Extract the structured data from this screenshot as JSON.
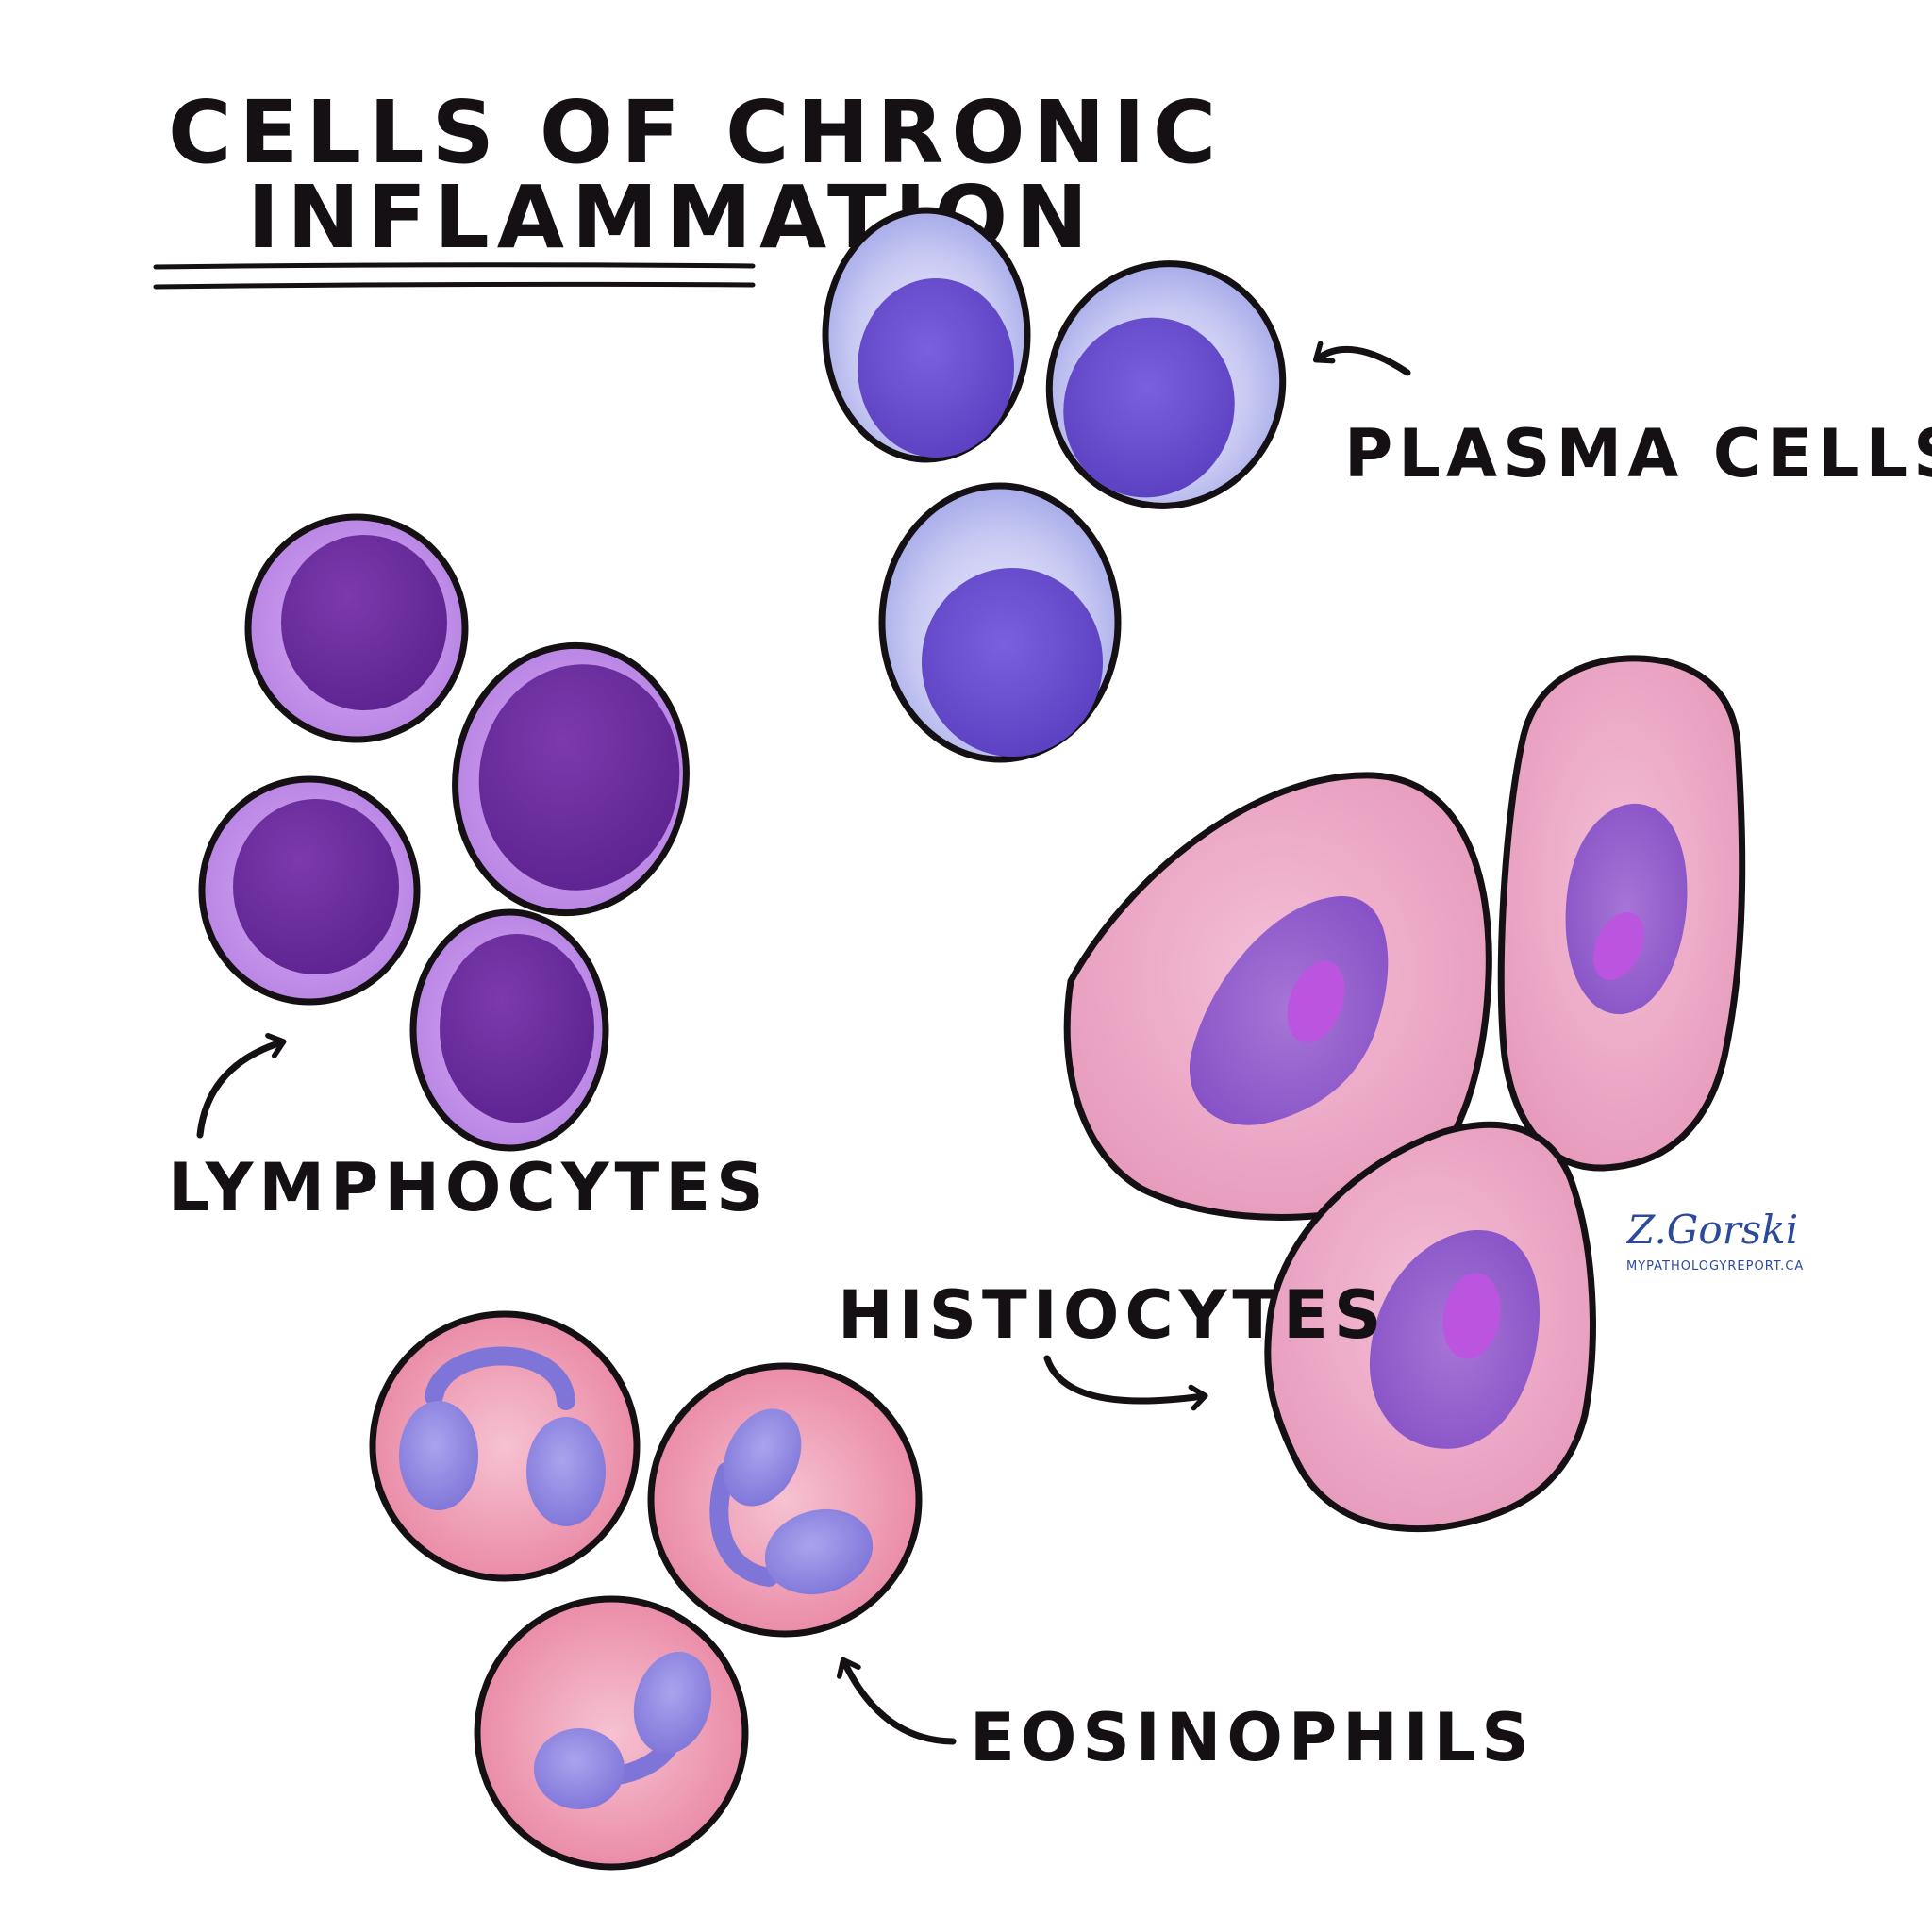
{
  "title": {
    "line1": "CELLS OF CHRONIC",
    "line2": "INFLAMMATION"
  },
  "labels": {
    "plasma_cells": "PLASMA CELLS",
    "lymphocytes": "LYMPHOCYTES",
    "histiocytes": "HISTIOCYTES",
    "eosinophils": "EOSINOPHILS"
  },
  "signature": {
    "name": "Z.Gorski",
    "site": "MYPATHOLOGYREPORT.CA"
  },
  "colors": {
    "outline": "#141014",
    "plasma_cytoplasm": "#b4b8ee",
    "plasma_nucleus": "#6a4fd0",
    "lymph_cytoplasm": "#c28be8",
    "lymph_nucleus": "#6c2a9c",
    "histio_cytoplasm": "#eda8c6",
    "histio_nucleus": "#9b64cf",
    "histio_nucleolus": "#bb55e0",
    "eosin_cytoplasm": "#ef90ac",
    "eosin_nucleus": "#8e88e0"
  }
}
